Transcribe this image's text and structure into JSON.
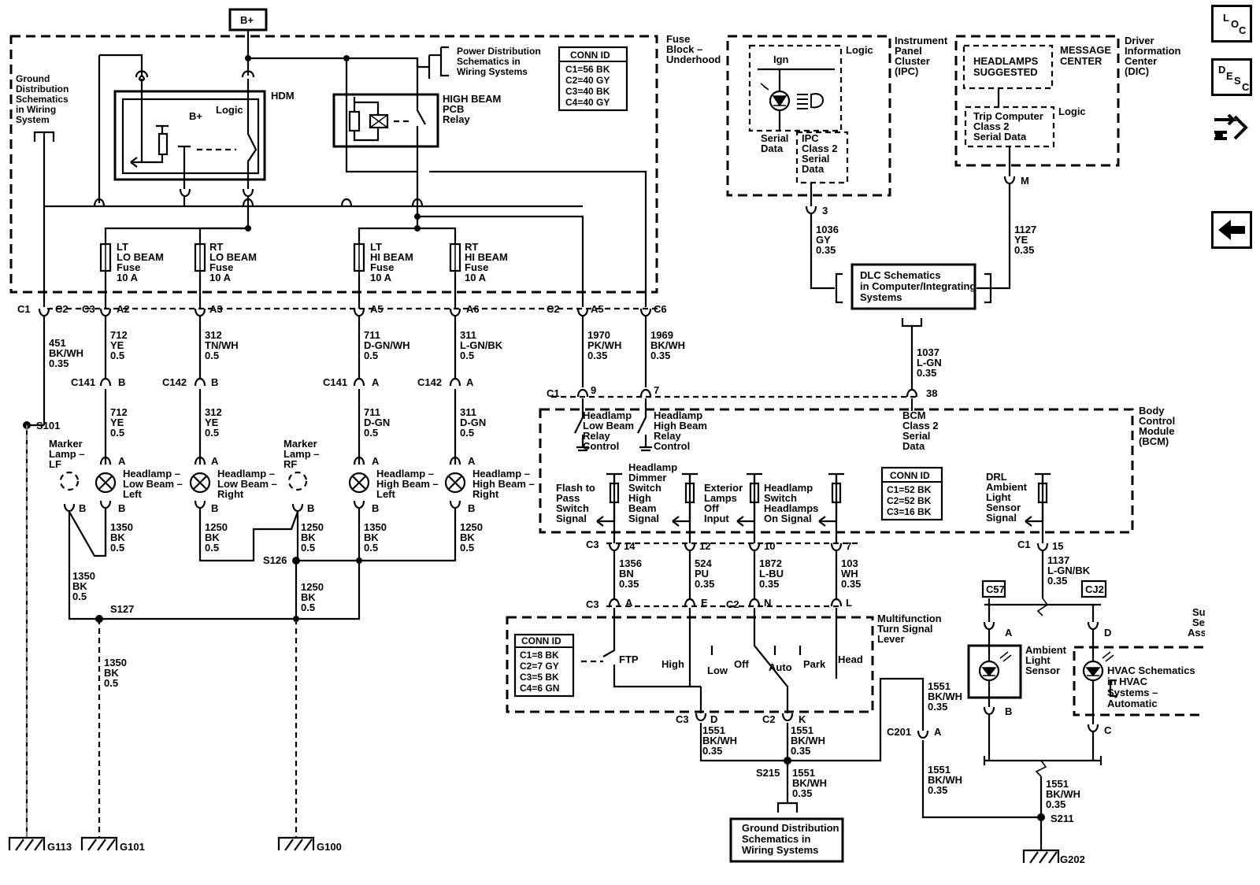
{
  "nav": {
    "loc": [
      "L",
      "O",
      "C"
    ],
    "desc": [
      "D",
      "E",
      "S",
      "C"
    ]
  },
  "power": {
    "bplus": "B+"
  },
  "fuse_block": {
    "title": [
      "Fuse",
      "Block –",
      "Underhood"
    ]
  },
  "ground_ref": [
    "Ground",
    "Distribution",
    "Schematics",
    "in Wiring",
    "System"
  ],
  "power_ref": [
    "Power Distribution",
    "Schematics in",
    "Wiring Systems"
  ],
  "hdm": {
    "label": "HDM",
    "bplus": "B+",
    "logic": "Logic"
  },
  "hb_relay": [
    "HIGH BEAM",
    "PCB",
    "Relay"
  ],
  "conn_fuse": {
    "title": "CONN ID",
    "rows": [
      "C1=56 BK",
      "C2=40 GY",
      "C3=40 BK",
      "C4=40 GY"
    ]
  },
  "fuses": [
    [
      "LT",
      "LO BEAM",
      "Fuse",
      "10 A"
    ],
    [
      "RT",
      "LO BEAM",
      "Fuse",
      "10 A"
    ],
    [
      "LT",
      "HI BEAM",
      "Fuse",
      "10 A"
    ],
    [
      "RT",
      "HI BEAM",
      "Fuse",
      "10 A"
    ]
  ],
  "fb_pins": {
    "c1": "C1",
    "c2": "C2",
    "c3": "C3",
    "a2": "A2",
    "a3": "A3",
    "a5": "A5",
    "a6": "A6",
    "c2b": "C2",
    "a5b": "A5",
    "c6": "C6"
  },
  "wires_top": [
    [
      "451",
      "BK/WH",
      "0.35"
    ],
    [
      "712",
      "YE",
      "0.5"
    ],
    [
      "312",
      "TN/WH",
      "0.5"
    ],
    [
      "711",
      "D-GN/WH",
      "0.5"
    ],
    [
      "311",
      "L-GN/BK",
      "0.5"
    ],
    [
      "1970",
      "PK/WH",
      "0.35"
    ],
    [
      "1969",
      "BK/WH",
      "0.35"
    ]
  ],
  "inline_conns": [
    [
      "C141",
      "B"
    ],
    [
      "C142",
      "B"
    ],
    [
      "C141",
      "A"
    ],
    [
      "C142",
      "A"
    ]
  ],
  "wires_mid": [
    [
      "712",
      "YE",
      "0.5"
    ],
    [
      "312",
      "YE",
      "0.5"
    ],
    [
      "711",
      "D-GN",
      "0.5"
    ],
    [
      "311",
      "D-GN",
      "0.5"
    ]
  ],
  "splices": {
    "s101": "S101",
    "s126": "S126",
    "s127": "S127",
    "s215": "S215",
    "s211": "S211"
  },
  "marker_lf": [
    "Marker",
    "Lamp –",
    "LF"
  ],
  "marker_rf": [
    "Marker",
    "Lamp –",
    "RF"
  ],
  "lamps": [
    [
      "Headlamp –",
      "Low Beam –",
      "Left"
    ],
    [
      "Headlamp –",
      "Low Beam –",
      "Right"
    ],
    [
      "Headlamp –",
      "High Beam –",
      "Left"
    ],
    [
      "Headlamp –",
      "High Beam –",
      "Right"
    ]
  ],
  "pin_a": "A",
  "pin_b": "B",
  "wires_lamp_gnd": [
    [
      "1350",
      "BK",
      "0.5"
    ],
    [
      "1250",
      "BK",
      "0.5"
    ],
    [
      "1250",
      "BK",
      "0.5"
    ],
    [
      "1350",
      "BK",
      "0.5"
    ],
    [
      "1250",
      "BK",
      "0.5"
    ]
  ],
  "wires_lower": [
    [
      "1350",
      "BK",
      "0.5"
    ],
    [
      "1250",
      "BK",
      "0.5"
    ],
    [
      "1350",
      "BK",
      "0.5"
    ]
  ],
  "grounds": [
    "G113",
    "G101",
    "G100",
    "G202"
  ],
  "ipc": {
    "title": [
      "Instrument",
      "Panel",
      "Cluster",
      "(IPC)"
    ],
    "logic": "Logic",
    "ign": "Ign",
    "serial": [
      "Serial",
      "Data"
    ],
    "class2": [
      "IPC",
      "Class 2",
      "Serial",
      "Data"
    ],
    "pin": "3",
    "wire": [
      "1036",
      "GY",
      "0.35"
    ]
  },
  "dic": {
    "title": [
      "Driver",
      "Information",
      "Center",
      "(DIC)"
    ],
    "headlamps": [
      "HEADLAMPS",
      "SUGGESTED"
    ],
    "msg": [
      "MESSAGE",
      "CENTER"
    ],
    "trip": [
      "Trip Computer",
      "Class 2",
      "Serial Data"
    ],
    "logic": "Logic",
    "pin": "M",
    "wire": [
      "1127",
      "YE",
      "0.35"
    ]
  },
  "dlc": [
    "DLC Schematics",
    "in Computer/Integrating",
    "Systems"
  ],
  "wire_1037": [
    "1037",
    "L-GN",
    "0.35"
  ],
  "bcm": {
    "title": [
      "Body",
      "Control",
      "Module",
      "(BCM)"
    ],
    "c1": "C1",
    "p9": "9",
    "p7": "7",
    "p38": "38",
    "lowrelay": [
      "Headlamp",
      "Low Beam",
      "Relay",
      "Control"
    ],
    "highrelay": [
      "Headlamp",
      "High Beam",
      "Relay",
      "Control"
    ],
    "class2": [
      "BCM",
      "Class 2",
      "Serial",
      "Data"
    ],
    "flash": [
      "Flash to",
      "Pass",
      "Switch",
      "Signal"
    ],
    "dimmer": [
      "Headlamp",
      "Dimmer",
      "Switch",
      "High",
      "Beam",
      "Signal"
    ],
    "extoff": [
      "Exterior",
      "Lamps",
      "Off",
      "Input"
    ],
    "hlon": [
      "Headlamp",
      "Switch",
      "Headlamps",
      "On Signal"
    ],
    "drl": [
      "DRL",
      "Ambient",
      "Light",
      "Sensor",
      "Signal"
    ],
    "conn": {
      "title": "CONN ID",
      "rows": [
        "C1=52 BK",
        "C2=52 BK",
        "C3=16 BK"
      ]
    }
  },
  "bcm_out_pins": [
    "C3",
    "14",
    "12",
    "10",
    "7",
    "C1",
    "15"
  ],
  "bcm_out_wires": [
    [
      "1356",
      "BN",
      "0.35"
    ],
    [
      "524",
      "PU",
      "0.35"
    ],
    [
      "1872",
      "L-BU",
      "0.35"
    ],
    [
      "103",
      "WH",
      "0.35"
    ],
    [
      "1137",
      "L-GN/BK",
      "0.35"
    ]
  ],
  "mf": {
    "title": [
      "Multifunction",
      "Turn Signal",
      "Lever"
    ],
    "pins_top": [
      "C3",
      "A",
      "E",
      "C2",
      "N",
      "L"
    ],
    "conn": {
      "title": "CONN ID",
      "rows": [
        "C1=8 BK",
        "C2=7 GY",
        "C3=5 BK",
        "C4=6 GN"
      ]
    },
    "positions": [
      "FTP",
      "High",
      "Low",
      "Off",
      "Auto",
      "Park",
      "Head"
    ],
    "pins_bot": [
      "C3",
      "D",
      "C2",
      "K"
    ]
  },
  "wires_1551": [
    [
      "1551",
      "BK/WH",
      "0.35"
    ],
    [
      "1551",
      "BK/WH",
      "0.35"
    ],
    [
      "1551",
      "BK/WH",
      "0.35"
    ],
    [
      "1551",
      "BK/WH",
      "0.35"
    ],
    [
      "1551",
      "BK/WH",
      "0.35"
    ],
    [
      "1551",
      "BK/WH",
      "0.35"
    ]
  ],
  "c201": [
    "C201",
    "A"
  ],
  "gnd_ref_bottom": [
    "Ground Distribution",
    "Schematics in",
    "Wiring Systems"
  ],
  "sensor": {
    "c57": "C57",
    "cj2": "CJ2",
    "title": [
      "Sunload",
      "Sensor",
      "Assembly"
    ],
    "ambient": [
      "Ambient",
      "Light",
      "Sensor"
    ],
    "hvac": [
      "HVAC Schematics",
      "in HVAC",
      "Systems –",
      "Automatic"
    ],
    "pa": "A",
    "pb": "B",
    "pd": "D",
    "pc": "C"
  }
}
